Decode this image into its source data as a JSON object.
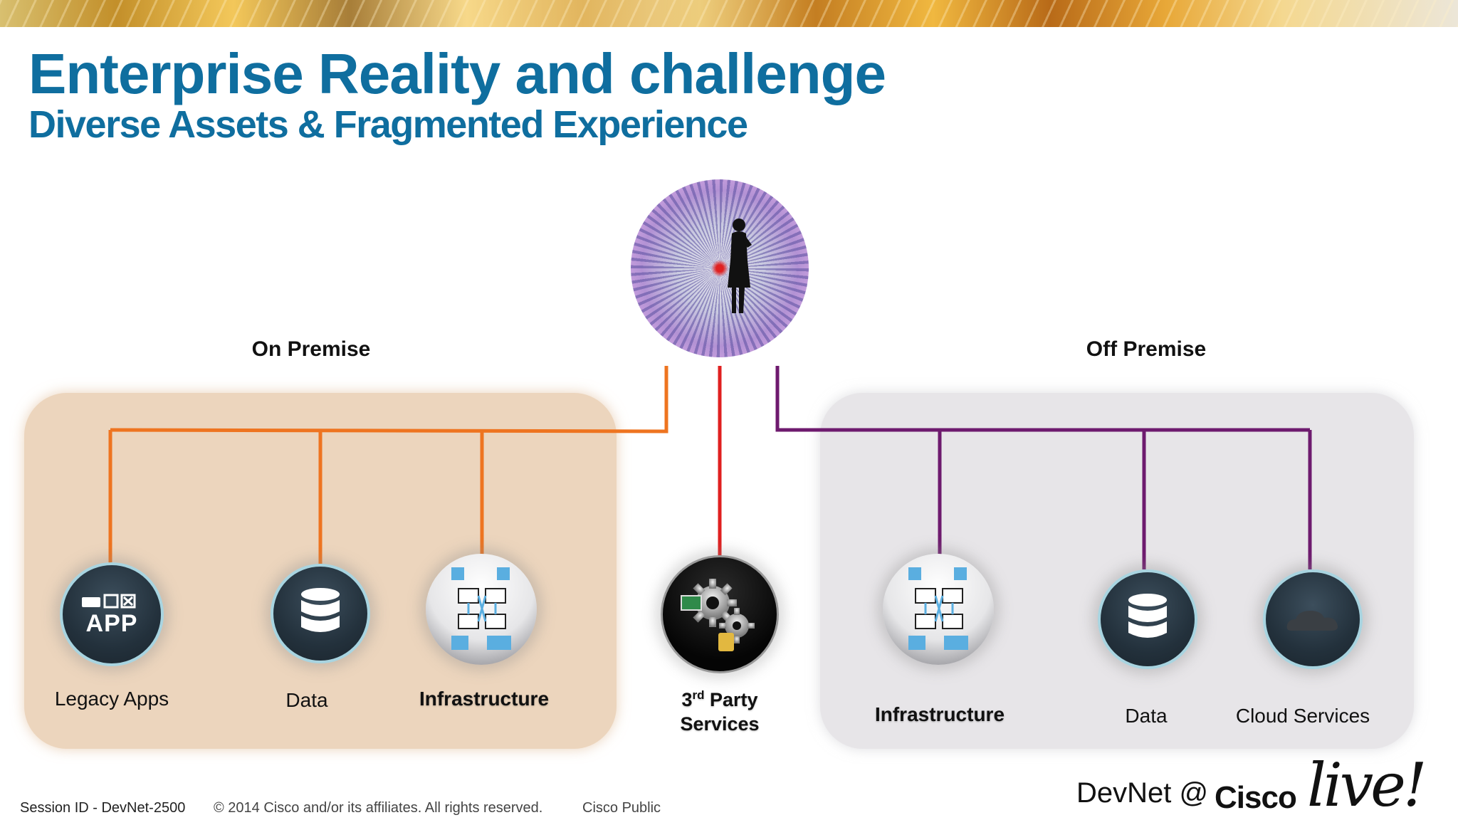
{
  "slide": {
    "title": "Enterprise Reality and challenge",
    "subtitle": "Diverse Assets & Fragmented Experience"
  },
  "sections": {
    "on_premise": {
      "label": "On Premise",
      "items": [
        {
          "label": "Legacy Apps",
          "icon": "app-icon",
          "icon_text": "APP"
        },
        {
          "label": "Data",
          "icon": "database-icon"
        },
        {
          "label": "Infrastructure",
          "icon": "network-topology-icon"
        }
      ]
    },
    "center": {
      "label_line1_prefix": "3",
      "label_line1_sup": "rd",
      "label_line1_suffix": " Party",
      "label_line2": "Services",
      "icon": "gears-icon"
    },
    "off_premise": {
      "label": "Off Premise",
      "items": [
        {
          "label": "Infrastructure",
          "icon": "network-topology-icon"
        },
        {
          "label": "Data",
          "icon": "database-icon"
        },
        {
          "label": "Cloud Services",
          "icon": "cloud-icon"
        }
      ]
    }
  },
  "footer": {
    "session": "Session ID - DevNet-2500",
    "copyright": "© 2014 Cisco and/or its affiliates. All rights reserved.",
    "classification": "Cisco Public",
    "brand_prefix": "DevNet @",
    "brand_name": "Cisco",
    "brand_live": "live!"
  },
  "colors": {
    "title": "#0f6e9f",
    "on_premise_line": "#ee7420",
    "center_line": "#e02020",
    "off_premise_line": "#6e1a6e",
    "on_premise_panel": "#ecd5bd",
    "off_premise_panel": "#e7e5e8"
  }
}
